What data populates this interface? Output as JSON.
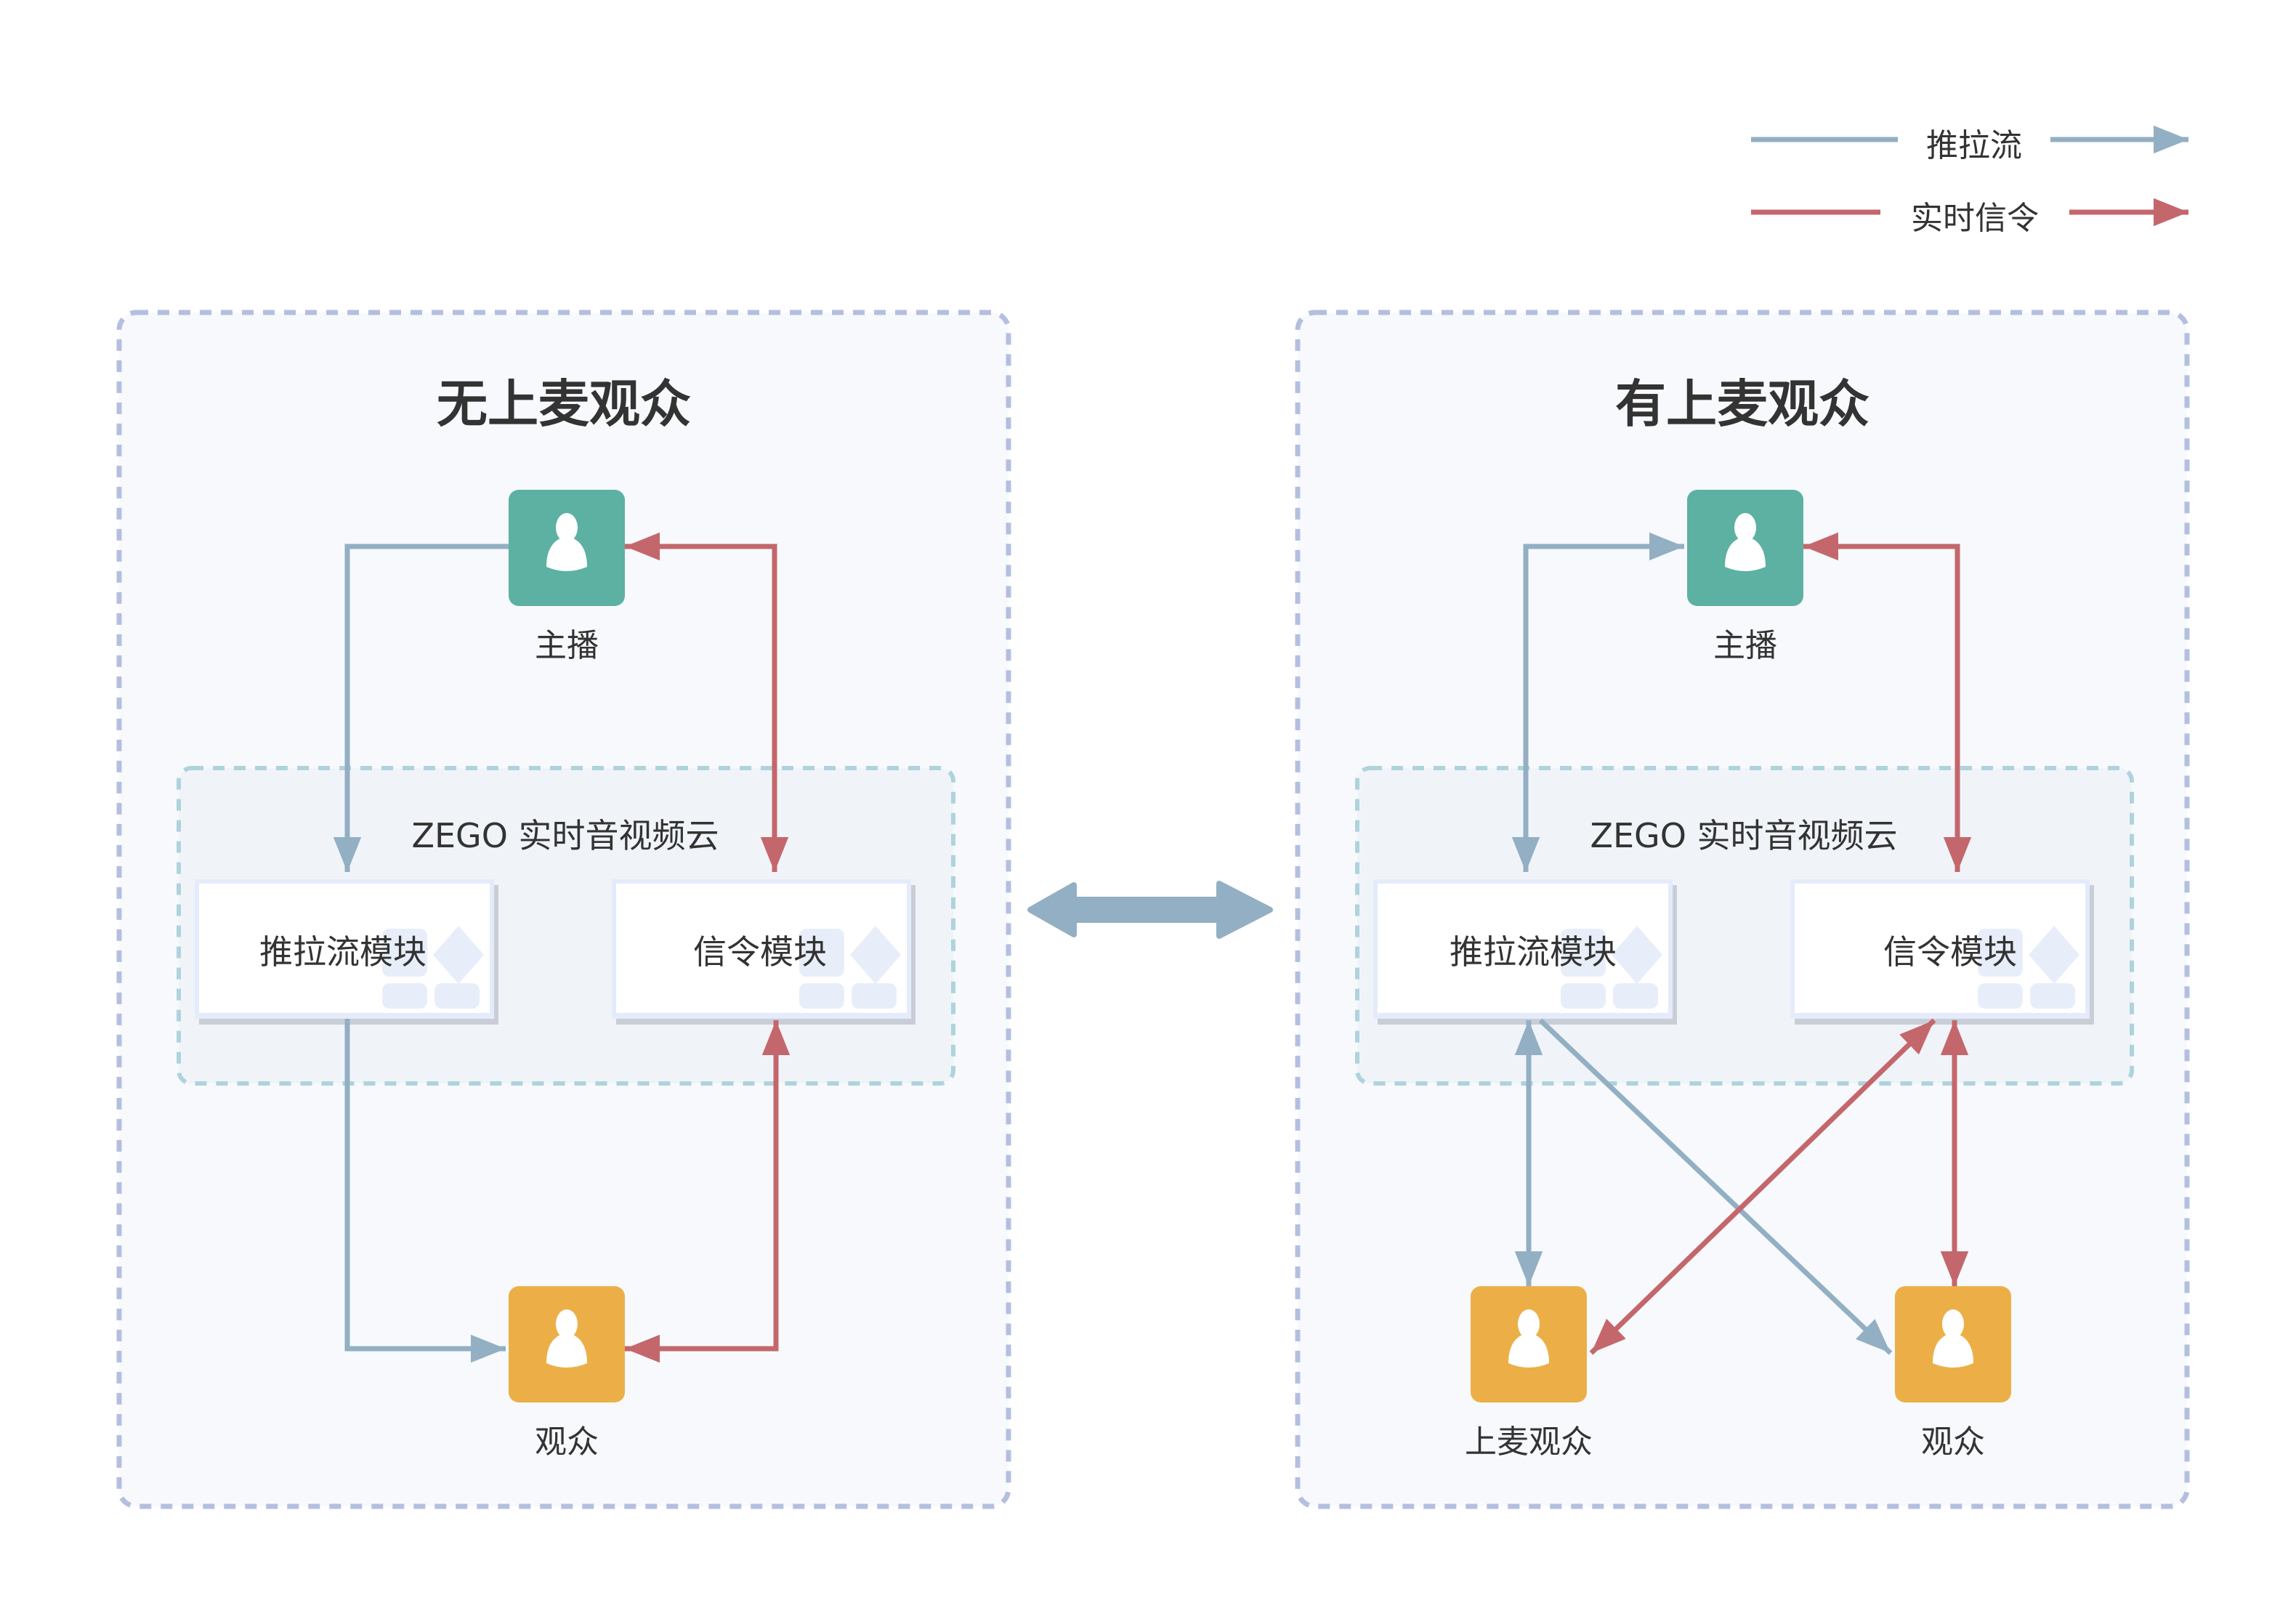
{
  "legend": {
    "items": [
      {
        "label": "推拉流",
        "color": "#93afc3"
      },
      {
        "label": "实时信令",
        "color": "#c4676c"
      }
    ]
  },
  "colors": {
    "stream": "#93afc3",
    "signal": "#c4676c",
    "host": "#5cb1a3",
    "audience": "#ecaf47",
    "panel_border": "#b4bfe0",
    "panel_bg": "#f7f9fc",
    "cloud_border": "#afd3dc",
    "cloud_bg": "#f0f4f9",
    "module_border": "#e4ebfa",
    "module_deco": "#e8eef9"
  },
  "panels": [
    {
      "title": "无上麦观众",
      "host_label": "主播",
      "cloud_label": "ZEGO 实时音视频云",
      "modules": [
        "推拉流模块",
        "信令模块"
      ],
      "audience": [
        "观众"
      ]
    },
    {
      "title": "有上麦观众",
      "host_label": "主播",
      "cloud_label": "ZEGO 实时音视频云",
      "modules": [
        "推拉流模块",
        "信令模块"
      ],
      "audience": [
        "上麦观众",
        "观众"
      ]
    }
  ],
  "center_connector": "bidirectional-arrow"
}
